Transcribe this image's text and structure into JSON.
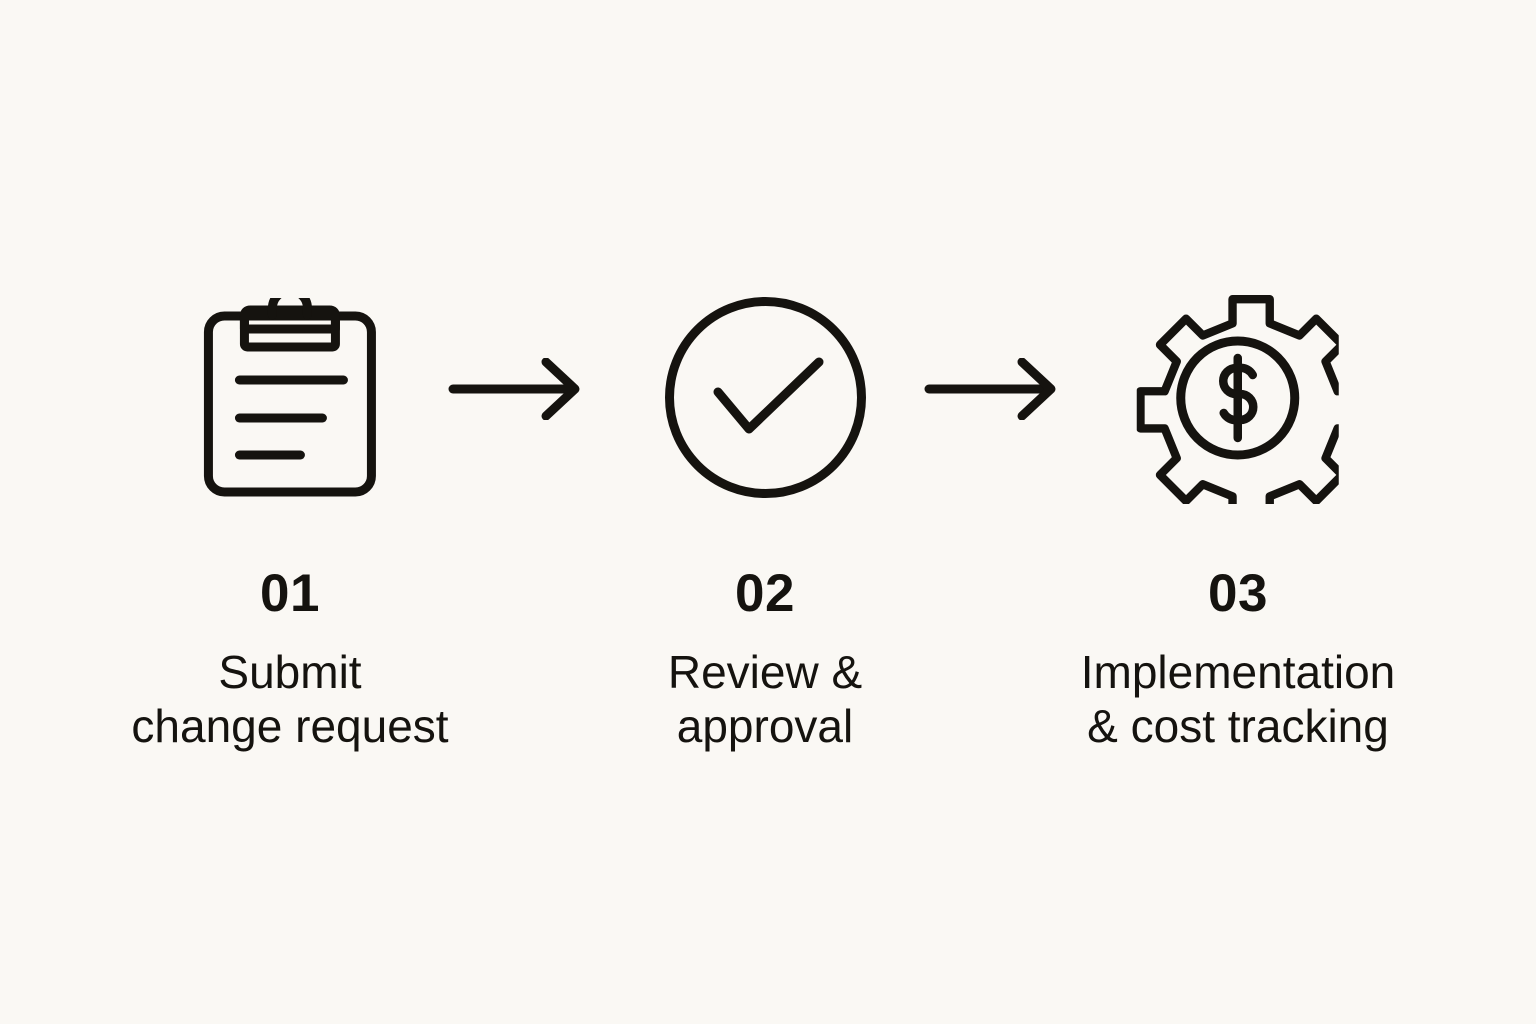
{
  "diagram": {
    "type": "process-flow",
    "orientation": "horizontal",
    "background_color": "#faf8f4",
    "ink_color": "#15130f",
    "steps": [
      {
        "number": "01",
        "description": "Submit\nchange request",
        "icon": "clipboard-icon"
      },
      {
        "number": "02",
        "description": "Review &\napproval",
        "icon": "check-circle-icon"
      },
      {
        "number": "03",
        "description": "Implementation\n& cost tracking",
        "icon": "gear-dollar-icon"
      }
    ],
    "connectors": [
      {
        "icon": "arrow-right-icon"
      },
      {
        "icon": "arrow-right-icon"
      }
    ]
  }
}
